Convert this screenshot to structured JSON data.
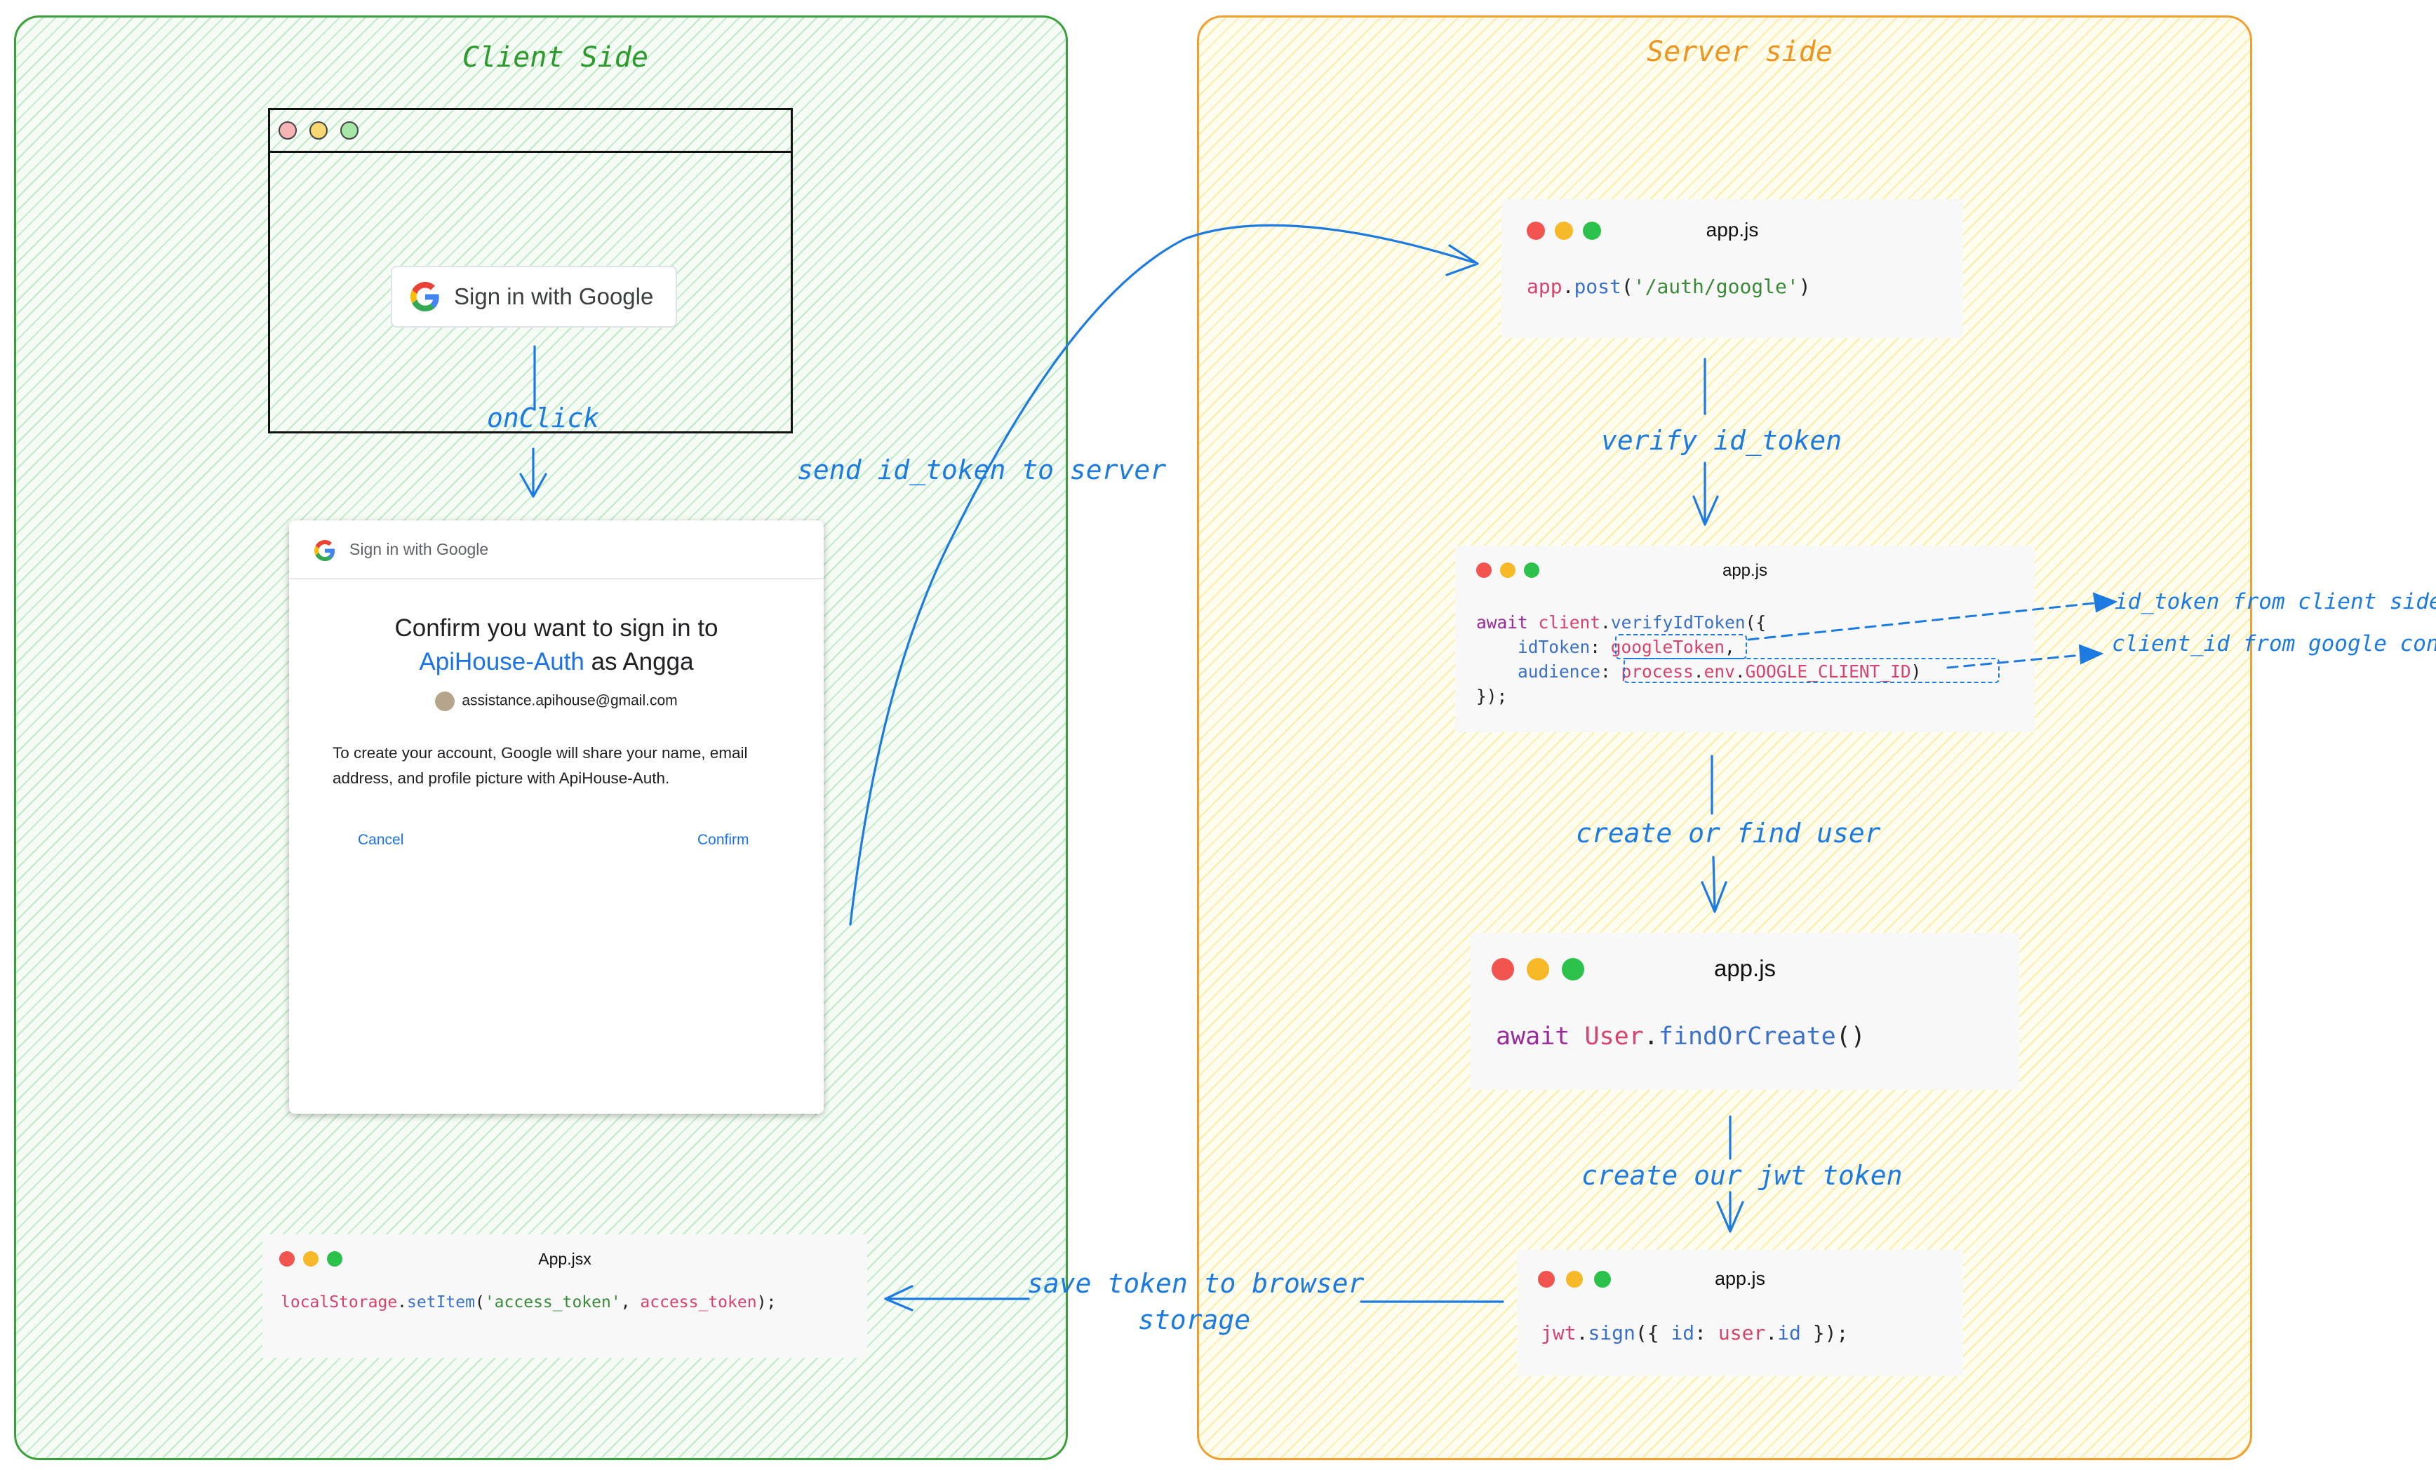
{
  "regions": {
    "client_title": "Client Side",
    "server_title": "Server side"
  },
  "browser_mock": {
    "button_label": "Sign in with Google",
    "icon": "google-g-icon"
  },
  "dialog": {
    "header": "Sign in with Google",
    "title_line1": "Confirm you want to sign in to",
    "app_name": "ApiHouse-Auth",
    "title_suffix": " as Angga",
    "account_email": "assistance.apihouse@gmail.com",
    "body": "To create your account, Google will share your name, email address, and profile picture with ApiHouse-Auth.",
    "cancel": "Cancel",
    "confirm": "Confirm"
  },
  "labels": {
    "onclick": "onClick",
    "send_token": "send id_token to server",
    "verify": "verify id_token",
    "create_find": "create or find user",
    "create_jwt": "create our jwt token",
    "save_line1": "save token to browser",
    "save_line2": "storage",
    "id_token_note": "id_token from client side",
    "client_id_note": "client_id from google console"
  },
  "cards": {
    "post": {
      "file": "app.js",
      "tokens": [
        "app",
        ".",
        "post",
        "(",
        "'/auth/google'",
        ")"
      ]
    },
    "verify": {
      "file": "app.js",
      "line1": [
        "await",
        " ",
        "client",
        ".",
        "verifyIdToken",
        "({"
      ],
      "line2": [
        "    idToken",
        ": ",
        "googleToken",
        ","
      ],
      "line3": [
        "    audience",
        ": ",
        "process",
        ".",
        "env",
        ".",
        "GOOGLE_CLIENT_ID"
      ],
      "line4": "});"
    },
    "user": {
      "file": "app.js",
      "tokens": [
        "await",
        " ",
        "User",
        ".",
        "findOrCreate",
        "()"
      ]
    },
    "jwt": {
      "file": "app.js",
      "tokens": [
        "jwt",
        ".",
        "sign",
        "({ ",
        "id",
        ": ",
        "user",
        ".",
        "id",
        " });"
      ]
    },
    "storage": {
      "file": "App.jsx",
      "tokens": [
        "localStorage",
        ".",
        "setItem",
        "(",
        "'access_token'",
        ", ",
        "access_token",
        ");"
      ]
    }
  },
  "colors": {
    "client_border": "#3aa03a",
    "server_border": "#f0a030",
    "annotation": "#1c7be0",
    "google_blue": "#1a73e8"
  }
}
